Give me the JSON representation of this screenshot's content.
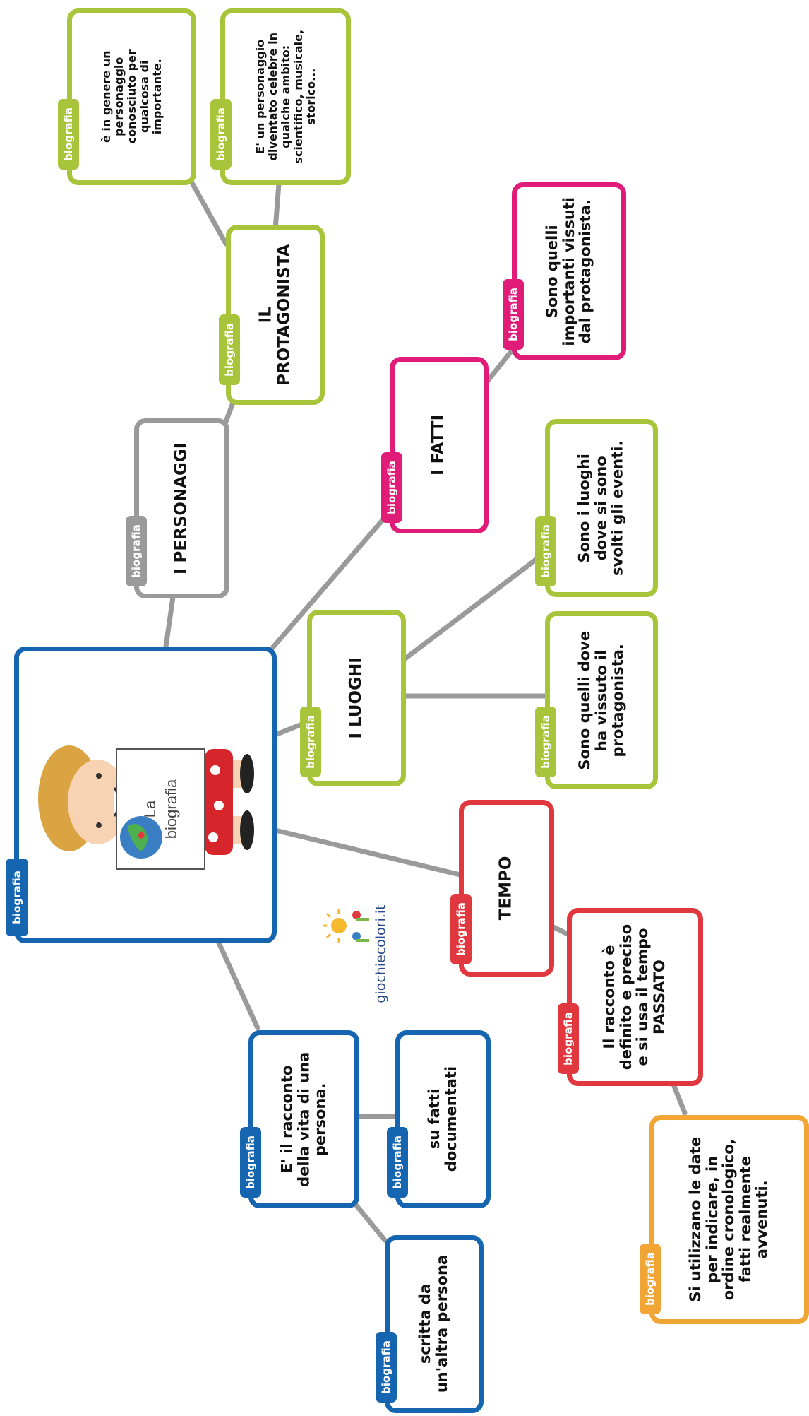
{
  "colors": {
    "blue": "#1565b0",
    "lime": "#a8c43a",
    "gray": "#9a9a9a",
    "magenta": "#e01b78",
    "red": "#e0383e",
    "orange": "#f0a535",
    "connector": "#9a9a9a"
  },
  "tab_label": "biografia",
  "center": {
    "illustration_text": "La biografia",
    "logo": "giochiecolori.it"
  },
  "nodes": {
    "personaggi": {
      "text": "I PERSONAGGI"
    },
    "protagonista": {
      "text": "IL\nPROTAGONISTA"
    },
    "prot_genere": {
      "text": "è in genere un\npersonaggio\nconosciuto per\nqualcosa di\nimportante."
    },
    "prot_celebre": {
      "text": "E' un personaggio\ndiventato celebre in\nqualche ambito:\nscientifico, musicale,\nstorico..."
    },
    "fatti": {
      "text": "I FATTI"
    },
    "fatti_desc": {
      "text": "Sono quelli\nimportanti vissuti\ndal protagonista."
    },
    "luoghi": {
      "text": "I LUOGHI"
    },
    "luoghi_eventi": {
      "text": "Sono i luoghi\ndove si sono\nsvolti gli eventi."
    },
    "luoghi_vissuto": {
      "text": "Sono quelli dove\nha vissuto il\nprotagonista."
    },
    "tempo": {
      "text": "TEMPO"
    },
    "tempo_passato": {
      "text": "Il racconto è\ndefinito e preciso\ne si usa il tempo\nPASSATO"
    },
    "tempo_date": {
      "text": "Si utilizzano le date\nper indicare, in\nordine cronologico,\nfatti realmente\navvenuti."
    },
    "racconto": {
      "text": "E' il racconto\ndella vita di una\npersona."
    },
    "fatti_documentati": {
      "text": "su fatti\ndocumentati"
    },
    "altra_persona": {
      "text": "scritta da\nun'altra persona"
    }
  }
}
